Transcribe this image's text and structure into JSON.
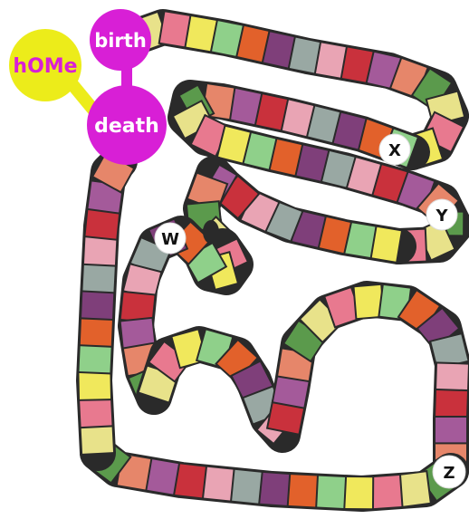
{
  "nodes": {
    "home": "hOMe",
    "birth": "birth",
    "death": "death"
  },
  "markers": {
    "w": "W",
    "x": "X",
    "y": "Y",
    "z": "Z"
  },
  "colors": {
    "home": "#ecec1a",
    "life_node": "#d81fd6",
    "outline": "#2a2a2a",
    "paper": "#ffffff",
    "marker_fill": "#ffffff",
    "squares": [
      "#e8e28a",
      "#7f3f7a",
      "#e6866a",
      "#8fd08a",
      "#c9313c",
      "#e8798f",
      "#99a8a3",
      "#5b9a4c",
      "#e2612b",
      "#a45a9a",
      "#f0e85c",
      "#e9a4b4"
    ]
  }
}
